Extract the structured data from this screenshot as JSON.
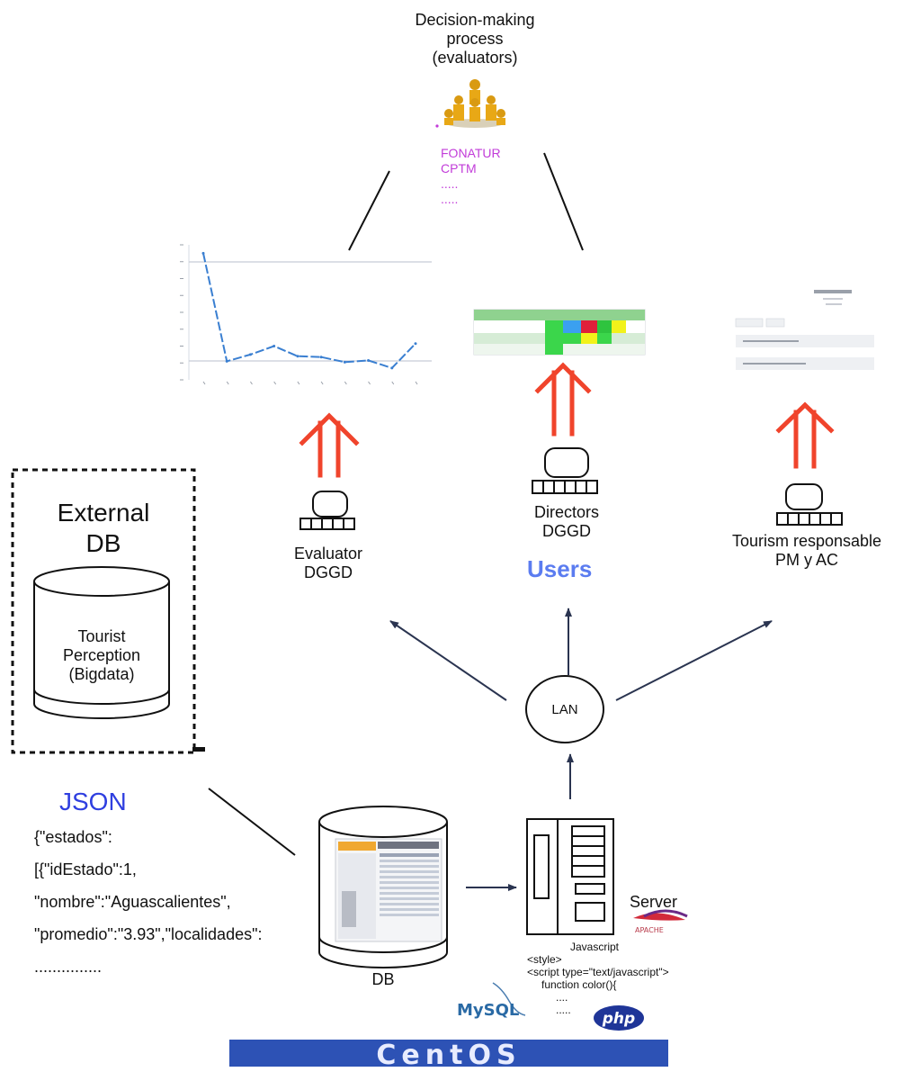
{
  "decision": {
    "title_lines": [
      "Decision-making",
      "process",
      "(evaluators)"
    ],
    "orgs": [
      "FONATUR",
      "CPTM",
      ".....",
      "....."
    ]
  },
  "external_db": {
    "title_lines": [
      "External",
      "DB"
    ],
    "content_lines": [
      "Tourist",
      "Perception",
      "(Bigdata)"
    ]
  },
  "users": {
    "title": "Users",
    "evaluator": [
      "Evaluator",
      "DGGD"
    ],
    "directors": [
      "Directors",
      "DGGD"
    ],
    "tourism": [
      "Tourism responsable",
      "PM y AC"
    ]
  },
  "network": {
    "lan": "LAN"
  },
  "json": {
    "title": "JSON",
    "lines": [
      "{\"estados\":",
      "[{\"idEstado\":1,",
      "\"nombre\":\"Aguascalientes\",",
      "\"promedio\":\"3.93\",\"localidades\":",
      "..............."
    ]
  },
  "db": {
    "label": "DB"
  },
  "server": {
    "label": "Server",
    "code_lines": [
      "Javascript",
      "<style>",
      "<script type=\"text/javascript\">",
      "function color(){",
      "....",
      "....."
    ]
  },
  "logos": {
    "apache": "APACHE",
    "mysql": "MySQL",
    "php": "php",
    "centos": "CentOS"
  },
  "colors": {
    "arrow": "#f0442c",
    "users_title": "#5b7cf0",
    "json_title": "#2f3fe0",
    "orgs": "#c23cd9",
    "centos_bg": "#2d52b5",
    "line_chart": "#3a7fd1"
  },
  "chart_data": {
    "type": "line",
    "title": "",
    "xlabel": "",
    "ylabel": "",
    "x": [
      1,
      2,
      3,
      4,
      5,
      6,
      7,
      8,
      9,
      10
    ],
    "series": [
      {
        "values": [
          13,
          0.2,
          1,
          2,
          0.8,
          0.7,
          0.1,
          0.3,
          -0.6,
          2.3
        ]
      }
    ],
    "ylim": [
      -2,
      14
    ],
    "legend": "none",
    "grid": "horizontal lines at 0 and 12"
  }
}
